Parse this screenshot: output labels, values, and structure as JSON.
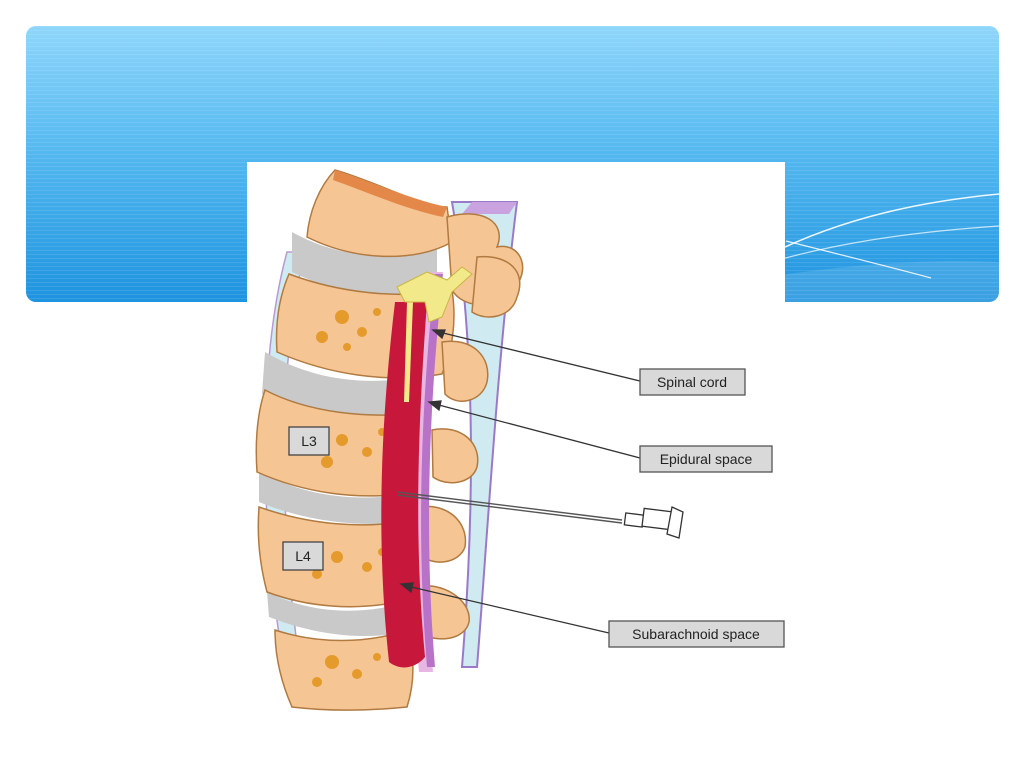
{
  "figure": {
    "vertebra_labels": [
      "L3",
      "L4"
    ],
    "callouts": [
      "Spinal cord",
      "Epidural space",
      "Subarachnoid space"
    ],
    "colors": {
      "bone": "#f5c594",
      "bone_speckle": "#e59a2c",
      "disc": "#c9c9c9",
      "epidural_fat": "#e7b6e3",
      "dura": "#b873c8",
      "csf_space": "#c7173b",
      "cord": "#f2e98a",
      "ligament": "#cfeaf0"
    },
    "icons": [
      "spinal-needle-syringe-icon"
    ]
  }
}
